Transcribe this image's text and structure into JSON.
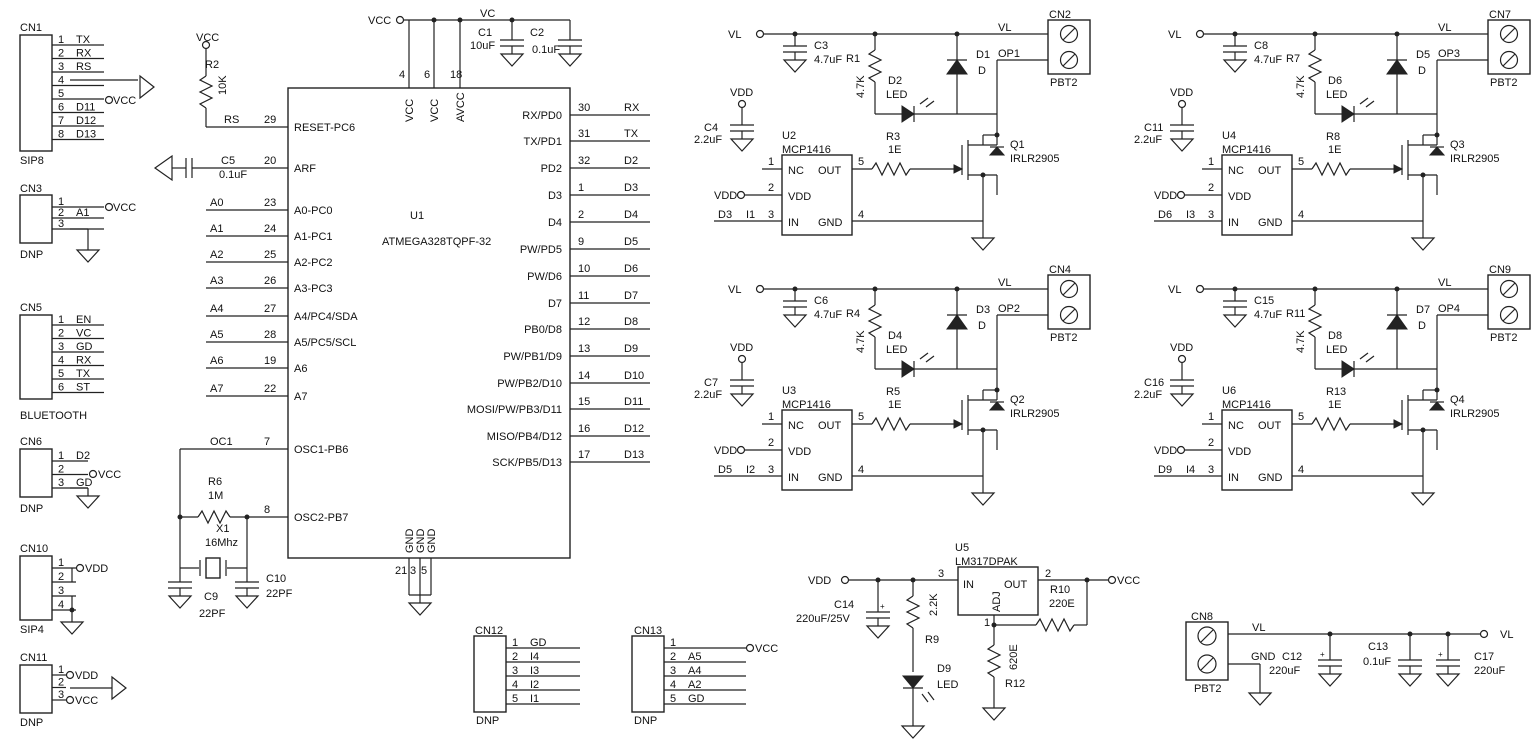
{
  "nets": {
    "vcc": "VCC",
    "vc": "VC",
    "vl": "VL",
    "vdd": "VDD"
  },
  "connectors": {
    "cn1": {
      "ref": "CN1",
      "name": "SIP8",
      "pins": [
        "1",
        "2",
        "3",
        "4",
        "5",
        "6",
        "7",
        "8"
      ],
      "signals": [
        "TX",
        "RX",
        "RS",
        "",
        "",
        "D11",
        "D12",
        "D13"
      ],
      "net5": "VCC"
    },
    "cn3": {
      "ref": "CN3",
      "name": "DNP",
      "pins": [
        "1",
        "2",
        "3"
      ],
      "signals": [
        "",
        "A1",
        ""
      ],
      "net1": "VCC"
    },
    "cn5": {
      "ref": "CN5",
      "name": "BLUETOOTH",
      "pins": [
        "1",
        "2",
        "3",
        "4",
        "5",
        "6"
      ],
      "signals": [
        "EN",
        "VC",
        "GD",
        "RX",
        "TX",
        "ST"
      ]
    },
    "cn6": {
      "ref": "CN6",
      "name": "DNP",
      "pins": [
        "1",
        "2",
        "3"
      ],
      "signals": [
        "D2",
        "",
        "GD"
      ],
      "net2": "VCC"
    },
    "cn10": {
      "ref": "CN10",
      "name": "SIP4",
      "pins": [
        "1",
        "2",
        "3",
        "4"
      ],
      "net1": "VDD"
    },
    "cn11": {
      "ref": "CN11",
      "name": "DNP",
      "pins": [
        "1",
        "2",
        "3"
      ],
      "net1": "VDD",
      "net3": "VCC"
    },
    "cn12": {
      "ref": "CN12",
      "name": "DNP",
      "pins": [
        "1",
        "2",
        "3",
        "4",
        "5"
      ],
      "signals": [
        "GD",
        "I4",
        "I3",
        "I2",
        "I1"
      ]
    },
    "cn13": {
      "ref": "CN13",
      "name": "DNP",
      "pins": [
        "1",
        "2",
        "3",
        "4",
        "5"
      ],
      "signals": [
        "",
        "A5",
        "A4",
        "A2",
        "GD"
      ],
      "net1": "VCC"
    },
    "cn8": {
      "ref": "CN8",
      "name": "PBT2",
      "net_gnd": "GND"
    }
  },
  "mcu": {
    "ref": "U1",
    "part": "ATMEGA328TQPF-32",
    "top_pins": [
      {
        "num": "4",
        "name": "VCC"
      },
      {
        "num": "6",
        "name": "VCC"
      },
      {
        "num": "18",
        "name": "AVCC"
      }
    ],
    "bottom_pins": [
      {
        "num": "21",
        "name": "GND"
      },
      {
        "num": "3",
        "name": "GND"
      },
      {
        "num": "5",
        "name": "GND"
      }
    ],
    "left_pins": [
      {
        "num": "29",
        "name": "RESET-PC6",
        "net": "RS"
      },
      {
        "num": "20",
        "name": "ARF",
        "net": ""
      },
      {
        "num": "23",
        "name": "A0-PC0",
        "net": "A0"
      },
      {
        "num": "24",
        "name": "A1-PC1",
        "net": "A1"
      },
      {
        "num": "25",
        "name": "A2-PC2",
        "net": "A2"
      },
      {
        "num": "26",
        "name": "A3-PC3",
        "net": "A3"
      },
      {
        "num": "27",
        "name": "A4/PC4/SDA",
        "net": "A4"
      },
      {
        "num": "28",
        "name": "A5/PC5/SCL",
        "net": "A5"
      },
      {
        "num": "19",
        "name": "A6",
        "net": "A6"
      },
      {
        "num": "22",
        "name": "A7",
        "net": "A7"
      },
      {
        "num": "7",
        "name": "OSC1-PB6",
        "net": "OC1"
      },
      {
        "num": "8",
        "name": "OSC2-PB7",
        "net": ""
      }
    ],
    "right_pins": [
      {
        "num": "30",
        "name": "RX/PD0",
        "net": "RX"
      },
      {
        "num": "31",
        "name": "TX/PD1",
        "net": "TX"
      },
      {
        "num": "32",
        "name": "PD2",
        "net": "D2"
      },
      {
        "num": "1",
        "name": "D3",
        "net": "D3"
      },
      {
        "num": "2",
        "name": "D4",
        "net": "D4"
      },
      {
        "num": "9",
        "name": "PW/PD5",
        "net": "D5"
      },
      {
        "num": "10",
        "name": "PW/D6",
        "net": "D6"
      },
      {
        "num": "11",
        "name": "D7",
        "net": "D7"
      },
      {
        "num": "12",
        "name": "PB0/D8",
        "net": "D8"
      },
      {
        "num": "13",
        "name": "PW/PB1/D9",
        "net": "D9"
      },
      {
        "num": "14",
        "name": "PW/PB2/D10",
        "net": "D10"
      },
      {
        "num": "15",
        "name": "MOSI/PW/PB3/D11",
        "net": "D11"
      },
      {
        "num": "16",
        "name": "MISO/PB4/D12",
        "net": "D12"
      },
      {
        "num": "17",
        "name": "SCK/PB5/D13",
        "net": "D13"
      }
    ]
  },
  "passives": {
    "r2": {
      "ref": "R2",
      "value": "10K"
    },
    "c1": {
      "ref": "C1",
      "value": "10uF"
    },
    "c2": {
      "ref": "C2",
      "value": "0.1uF"
    },
    "c5": {
      "ref": "C5",
      "value": "0.1uF"
    },
    "r6": {
      "ref": "R6",
      "value": "1M"
    },
    "x1": {
      "ref": "X1",
      "value": "16Mhz"
    },
    "c9": {
      "ref": "C9",
      "value": "22PF"
    },
    "c10": {
      "ref": "C10",
      "value": "22PF"
    }
  },
  "drivers": [
    {
      "cn": "CN2",
      "cn_name": "PBT2",
      "c_vl": "C3",
      "c_vl_val": "4.7uF",
      "r_led": "R1",
      "r_led_val": "4.7K",
      "led": "D2",
      "led_val": "LED",
      "diode": "D1",
      "diode_val": "D",
      "op": "OP1",
      "c_vdd": "C4",
      "c_vdd_val": "2.2uF",
      "u": "U2",
      "u_part": "MCP1416",
      "r_g": "R3",
      "r_g_val": "1E",
      "q": "Q1",
      "q_part": "IRLR2905",
      "in_net": "D3",
      "in_label": "I1"
    },
    {
      "cn": "CN4",
      "cn_name": "PBT2",
      "c_vl": "C6",
      "c_vl_val": "4.7uF",
      "r_led": "R4",
      "r_led_val": "4.7K",
      "led": "D4",
      "led_val": "LED",
      "diode": "D3",
      "diode_val": "D",
      "op": "OP2",
      "c_vdd": "C7",
      "c_vdd_val": "2.2uF",
      "u": "U3",
      "u_part": "MCP1416",
      "r_g": "R5",
      "r_g_val": "1E",
      "q": "Q2",
      "q_part": "IRLR2905",
      "in_net": "D5",
      "in_label": "I2"
    },
    {
      "cn": "CN7",
      "cn_name": "PBT2",
      "c_vl": "C8",
      "c_vl_val": "4.7uF",
      "r_led": "R7",
      "r_led_val": "4.7K",
      "led": "D6",
      "led_val": "LED",
      "diode": "D5",
      "diode_val": "D",
      "op": "OP3",
      "c_vdd": "C11",
      "c_vdd_val": "2.2uF",
      "u": "U4",
      "u_part": "MCP1416",
      "r_g": "R8",
      "r_g_val": "1E",
      "q": "Q3",
      "q_part": "IRLR2905",
      "in_net": "D6",
      "in_label": "I3"
    },
    {
      "cn": "CN9",
      "cn_name": "PBT2",
      "c_vl": "C15",
      "c_vl_val": "4.7uF",
      "r_led": "R11",
      "r_led_val": "4.7K",
      "led": "D8",
      "led_val": "LED",
      "diode": "D7",
      "diode_val": "D",
      "op": "OP4",
      "c_vdd": "C16",
      "c_vdd_val": "2.2uF",
      "u": "U6",
      "u_part": "MCP1416",
      "r_g": "R13",
      "r_g_val": "1E",
      "q": "Q4",
      "q_part": "IRLR2905",
      "in_net": "D9",
      "in_label": "I4"
    }
  ],
  "driver_pins": {
    "nc": "NC",
    "out": "OUT",
    "vdd": "VDD",
    "in": "IN",
    "gnd": "GND",
    "p1": "1",
    "p2": "2",
    "p3": "3",
    "p4": "4",
    "p5": "5"
  },
  "regulator": {
    "ref": "U5",
    "part": "LM317DPAK",
    "in": "IN",
    "out": "OUT",
    "adj": "ADJ",
    "pin_in": "3",
    "pin_out": "2",
    "pin_adj": "1",
    "c14": "C14",
    "c14_val": "220uF/25V",
    "r9": "R9",
    "r9_val": "2.2K",
    "d9": "D9",
    "d9_val": "LED",
    "r10": "R10",
    "r10_val": "220E",
    "r12": "R12",
    "r12_val": "620E"
  },
  "power_in": {
    "c12": "C12",
    "c12_val": "220uF",
    "c13": "C13",
    "c13_val": "0.1uF",
    "c17": "C17",
    "c17_val": "220uF"
  }
}
